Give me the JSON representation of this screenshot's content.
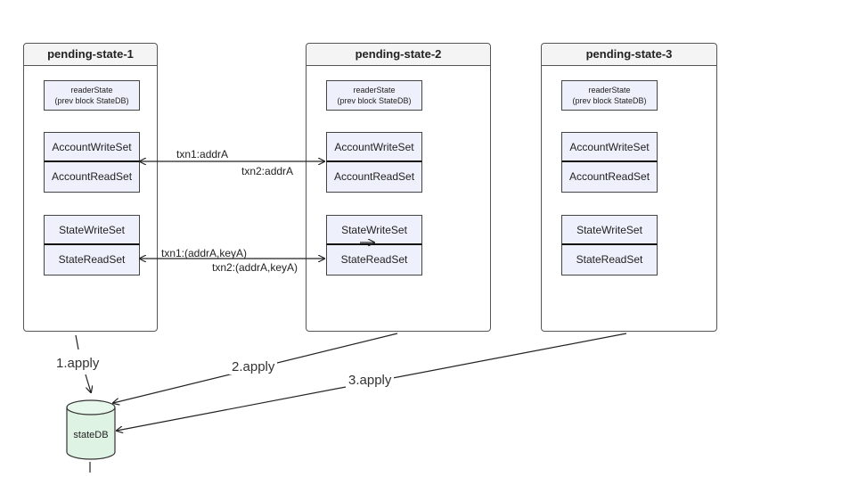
{
  "panels": [
    {
      "title": "pending-state-1",
      "reader_line1": "readerState",
      "reader_line2": "(prev block StateDB)",
      "account_write": "AccountWriteSet",
      "account_read": "AccountReadSet",
      "state_write": "StateWriteSet",
      "state_read": "StateReadSet"
    },
    {
      "title": "pending-state-2",
      "reader_line1": "readerState",
      "reader_line2": "(prev block StateDB)",
      "account_write": "AccountWriteSet",
      "account_read": "AccountReadSet",
      "state_write": "StateWriteSet",
      "state_read": "StateReadSet"
    },
    {
      "title": "pending-state-3",
      "reader_line1": "readerState",
      "reader_line2": "(prev block StateDB)",
      "account_write": "AccountWriteSet",
      "account_read": "AccountReadSet",
      "state_write": "StateWriteSet",
      "state_read": "StateReadSet"
    }
  ],
  "edges": {
    "account_top": "txn1:addrA",
    "account_bottom": "txn2:addrA",
    "state_top": "txn1:(addrA,keyA)",
    "state_bottom": "txn2:(addrA,keyA)"
  },
  "applies": [
    "1.apply",
    "2.apply",
    "3.apply"
  ],
  "database": {
    "label": "stateDB",
    "fill": "#dff3e4"
  },
  "colors": {
    "box_fill": "#eef1fb",
    "header_fill": "#f4f4f4"
  }
}
